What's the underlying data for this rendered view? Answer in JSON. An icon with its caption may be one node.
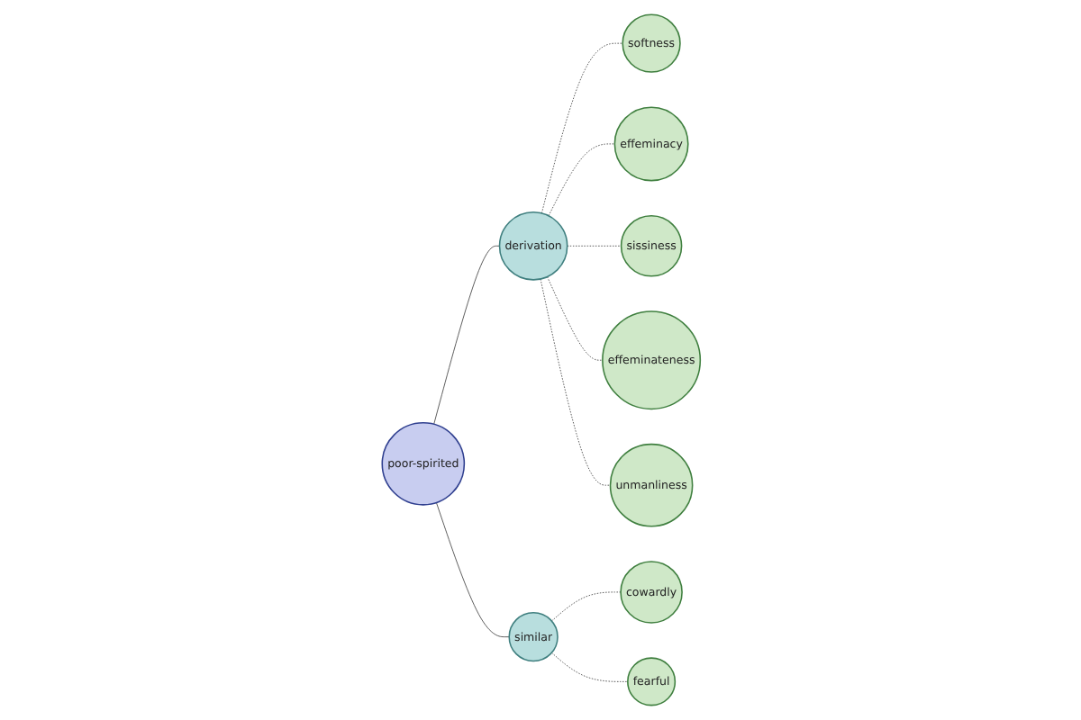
{
  "diagram": {
    "nodes": [
      {
        "text": [
          "softness"
        ]
      },
      {
        "text": [
          "effeminacy"
        ]
      },
      {
        "text": [
          "sissiness"
        ]
      },
      {
        "text": [
          "effeminateness"
        ]
      },
      {
        "text": [
          "derivation"
        ]
      },
      {
        "text": [
          "unmanliness"
        ]
      },
      {
        "text": [
          "poor-spirited"
        ]
      },
      {
        "text": [
          "similar"
        ]
      },
      {
        "text": [
          "cowardly"
        ]
      },
      {
        "text": [
          "fearful"
        ]
      }
    ],
    "edges": [
      {
        "from": 6,
        "to": 4,
        "arrow": "none"
      },
      {
        "from": 6,
        "to": 7,
        "arrow": "none"
      },
      {
        "from": 4,
        "to": 0,
        "arrow": "none",
        "style": "dashed"
      },
      {
        "from": 4,
        "to": 1,
        "arrow": "none",
        "style": "dashed"
      },
      {
        "from": 4,
        "to": 2,
        "arrow": "none",
        "style": "dashed"
      },
      {
        "from": 4,
        "to": 3,
        "arrow": "none",
        "style": "dashed"
      },
      {
        "from": 4,
        "to": 5,
        "arrow": "none",
        "style": "dashed"
      },
      {
        "from": 7,
        "to": 8,
        "arrow": "none",
        "style": "dashed"
      },
      {
        "from": 7,
        "to": 9,
        "arrow": "none",
        "style": "dashed"
      }
    ]
  }
}
